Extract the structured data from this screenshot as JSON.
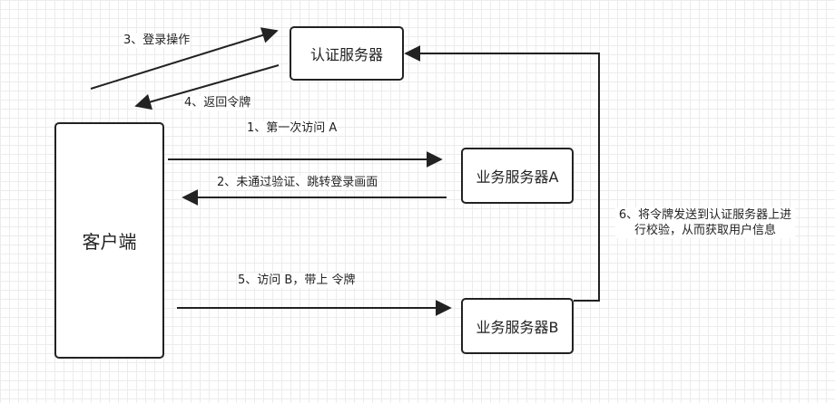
{
  "nodes": {
    "auth_server": "认证服务器",
    "client": "客户端",
    "service_a": "业务服务器A",
    "service_b": "业务服务器B"
  },
  "edges": {
    "e1": "1、第一次访问 A",
    "e2": "2、未通过验证、跳转登录画面",
    "e3": "3、登录操作",
    "e4": "4、返回令牌",
    "e5": "5、访问 B，带上 令牌",
    "e6": "6、将令牌发送到认证服务器上进行校验，从而获取用户信息"
  },
  "colors": {
    "stroke": "#222222",
    "grid": "#ececec",
    "background": "#ffffff"
  }
}
